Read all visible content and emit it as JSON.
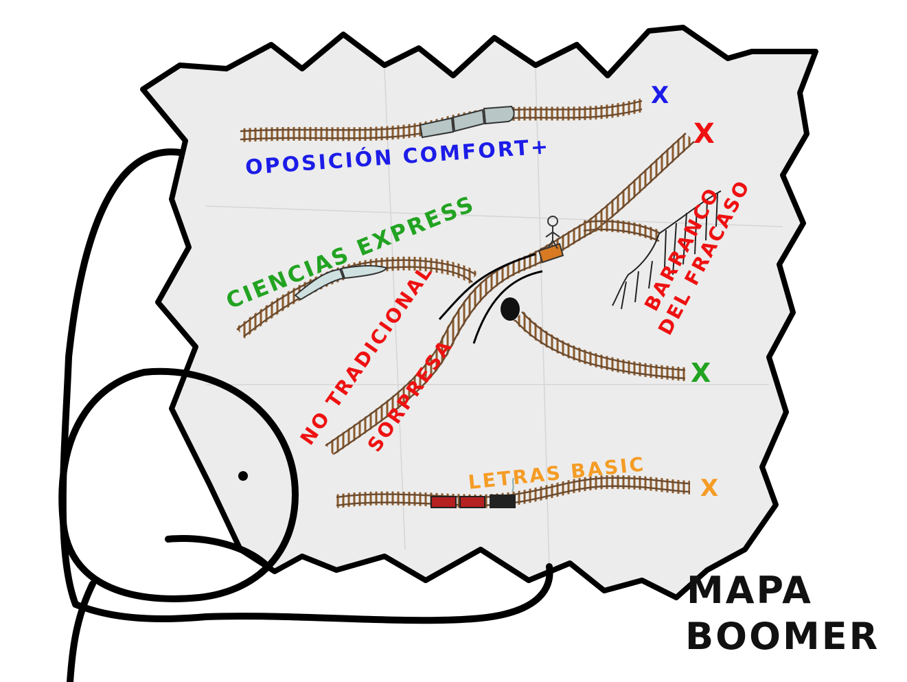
{
  "title": {
    "line1": "MAPA",
    "line2": "BOOMER"
  },
  "routes": [
    {
      "label": "OPOSICIÓN COMFORT+",
      "color": "#1c1ce8"
    },
    {
      "label": "CIENCIAS EXPRESS",
      "color": "#22a322"
    },
    {
      "label": "NO TRADICIONAL",
      "label2": "SORPRESA",
      "color": "#ee1111"
    },
    {
      "label": "LETRAS BASIC",
      "color": "#f59c25"
    }
  ],
  "hazard": {
    "line1": "BARRANCO",
    "line2": "DEL FRACASO",
    "color": "#ee1111"
  },
  "markers": [
    {
      "symbol": "X",
      "color": "#1c1ce8"
    },
    {
      "symbol": "X",
      "color": "#ee1111"
    },
    {
      "symbol": "X",
      "color": "#22a322"
    },
    {
      "symbol": "X",
      "color": "#f59c25"
    }
  ],
  "colors": {
    "paper": "#ececec",
    "rail": "#8a5a2b",
    "ink": "#000000"
  },
  "icons": [
    "train-icon",
    "tunnel-icon",
    "cliff-icon",
    "stick-figure-icon"
  ]
}
